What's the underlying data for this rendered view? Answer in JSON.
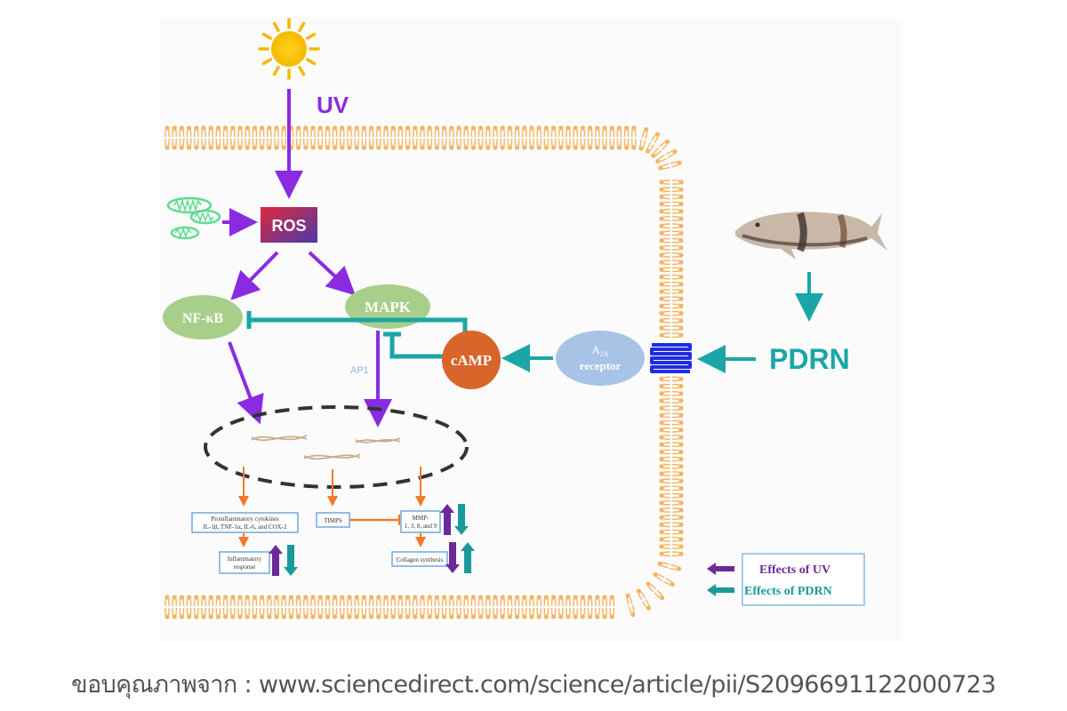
{
  "diagram": {
    "stimulus": {
      "uv_label": "UV",
      "sun_icon": "sun-icon"
    },
    "nodes": {
      "ros": "ROS",
      "nfkb": "NF-κB",
      "mapk": "MAPK",
      "camp": "cAMP",
      "a2a_receptor": {
        "main": "A",
        "sub": "2A",
        "line2": "receptor"
      },
      "ap1": "AP1",
      "pdrn": "PDRN"
    },
    "outcomes": {
      "proinflammatory": [
        "Proinflammatory cytokines",
        "IL-1β, TNF-1α, IL-6, and COX-2"
      ],
      "inflammatory_response": [
        "Inflammatory",
        "response"
      ],
      "timps": "TIMPS",
      "mmp": [
        "MMP-",
        "1, 3, 8, and 9"
      ],
      "collagen": "Collagen synthesis"
    },
    "effects": {
      "inflammatory_response": {
        "uv": "up",
        "pdrn": "down"
      },
      "mmp": {
        "uv": "up",
        "pdrn": "down"
      },
      "collagen": {
        "uv": "down",
        "pdrn": "up"
      }
    },
    "legend": {
      "uv": "Effects of UV",
      "pdrn": "Effects of PDRN"
    },
    "colors": {
      "uv_purple": "#8a2be2",
      "pdrn_teal": "#1aa6a6",
      "membrane": "#f5b461",
      "node_green": "#a8cf8a",
      "camp_orange": "#d9652b",
      "receptor_blue": "#a7c3e6",
      "orange_line": "#f07a2a",
      "legend_uv": "#6a2a9a",
      "legend_pdrn": "#1a9a9a"
    }
  },
  "credit": "ขอบคุณภาพจาก : www.sciencedirect.com/science/article/pii/S2096691122000723"
}
